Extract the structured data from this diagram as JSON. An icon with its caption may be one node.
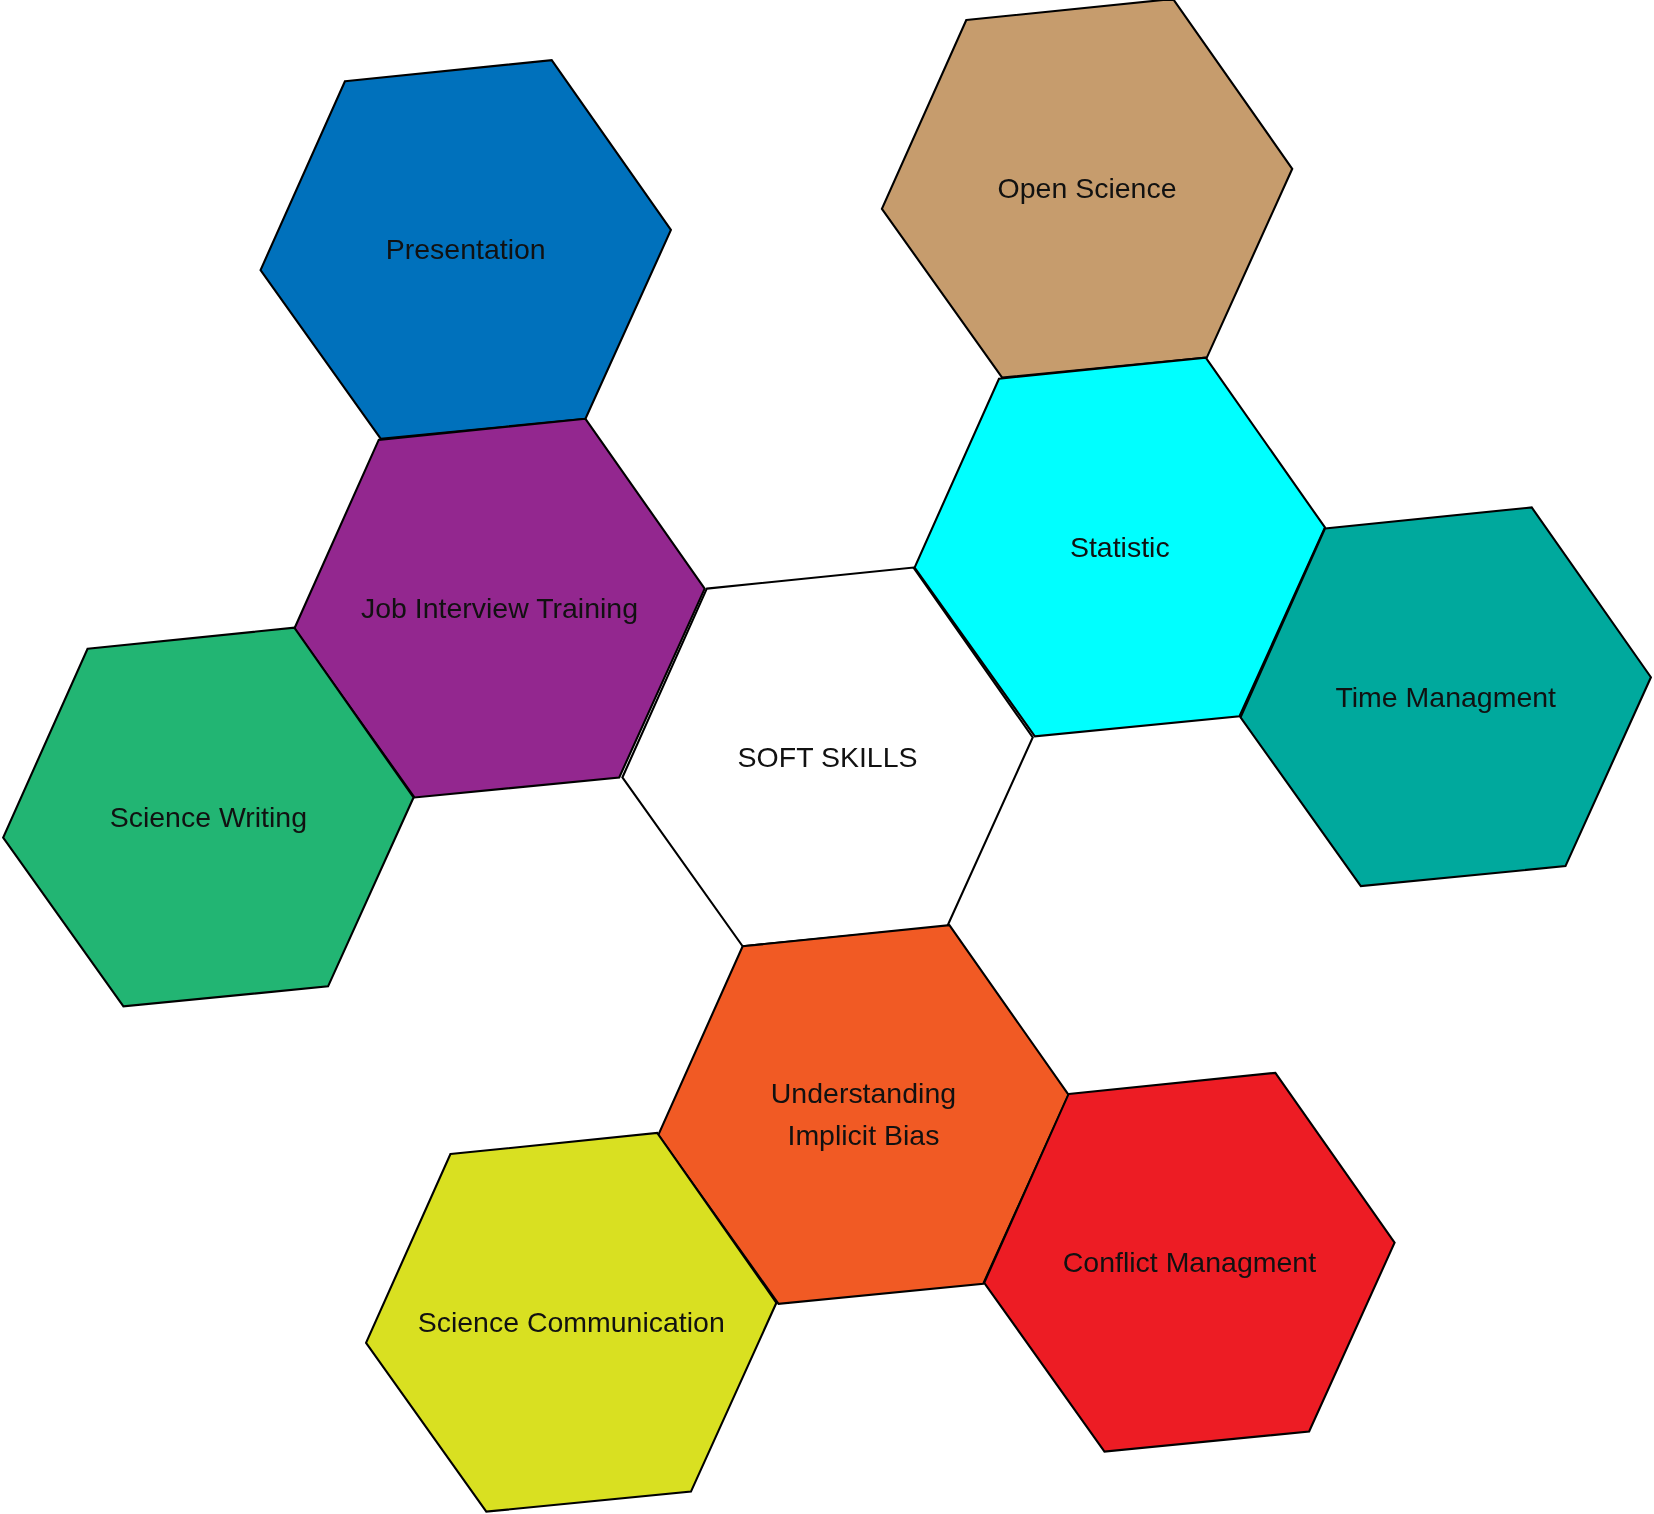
{
  "diagram": {
    "nodes": [
      {
        "text": [
          "Open Science"
        ]
      },
      {
        "text": [
          "Presentation"
        ]
      },
      {
        "text": [
          "Statistic"
        ]
      },
      {
        "text": [
          "Job Interview Training"
        ]
      },
      {
        "text": [
          "Time Managment"
        ]
      },
      {
        "text": [
          "SOFT SKILLS"
        ]
      },
      {
        "text": [
          "Science Writing"
        ]
      },
      {
        "text": [
          "Understanding Implicit Bias"
        ]
      },
      {
        "text": [
          "Conflict Managment"
        ]
      },
      {
        "text": [
          "Science Communication"
        ]
      }
    ]
  }
}
